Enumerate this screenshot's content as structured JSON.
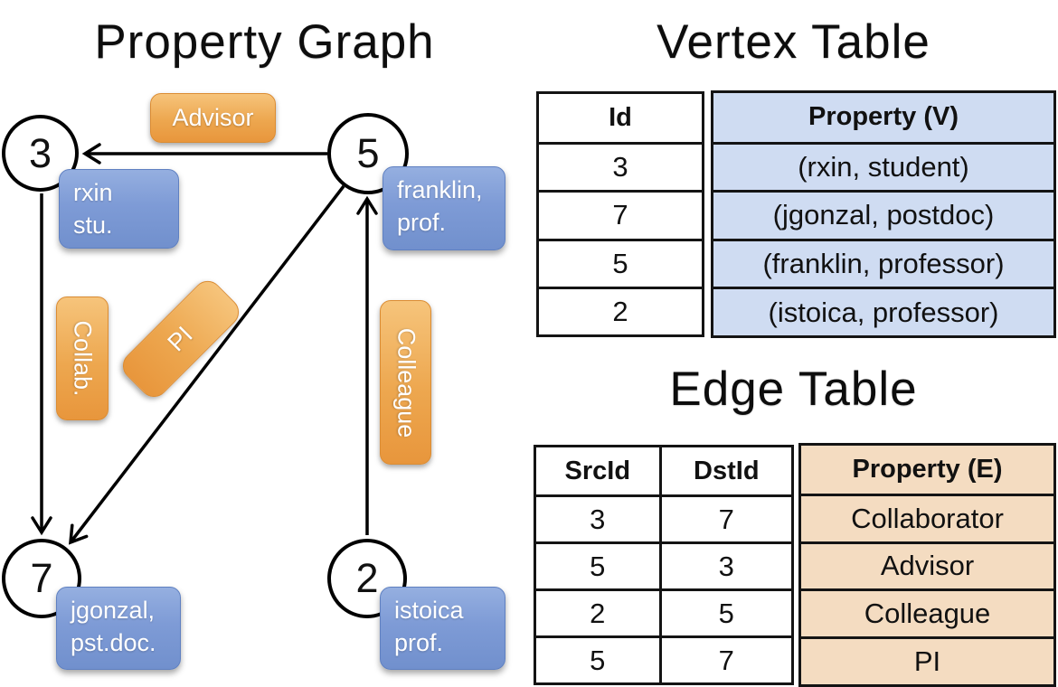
{
  "titles": {
    "property_graph": "Property Graph",
    "vertex_table": "Vertex Table",
    "edge_table": "Edge Table"
  },
  "colors": {
    "edge_accent_orange": "#eda74f",
    "vertex_accent_blue": "#7e9bd6",
    "vertex_table_fill": "#cfdcf2",
    "edge_table_fill": "#f4dcc1",
    "line_color": "#000000"
  },
  "graph": {
    "vertices": [
      {
        "id": "3",
        "box1": "rxin",
        "box2": "stu."
      },
      {
        "id": "5",
        "box1": "franklin,",
        "box2": "prof."
      },
      {
        "id": "7",
        "box1": "jgonzal,",
        "box2": "pst.doc."
      },
      {
        "id": "2",
        "box1": "istoica",
        "box2": "prof."
      }
    ],
    "edges": [
      {
        "label": "Advisor",
        "src": "5",
        "dst": "3"
      },
      {
        "label": "Collab.",
        "src": "3",
        "dst": "7"
      },
      {
        "label": "PI",
        "src": "5",
        "dst": "7"
      },
      {
        "label": "Colleague",
        "src": "2",
        "dst": "5"
      }
    ]
  },
  "vertex_table": {
    "headers": {
      "id": "Id",
      "property": "Property (V)"
    },
    "rows": [
      {
        "id": "3",
        "property": "(rxin, student)"
      },
      {
        "id": "7",
        "property": "(jgonzal, postdoc)"
      },
      {
        "id": "5",
        "property": "(franklin, professor)"
      },
      {
        "id": "2",
        "property": "(istoica, professor)"
      }
    ]
  },
  "edge_table": {
    "headers": {
      "src": "SrcId",
      "dst": "DstId",
      "property": "Property (E)"
    },
    "rows": [
      {
        "src": "3",
        "dst": "7",
        "property": "Collaborator"
      },
      {
        "src": "5",
        "dst": "3",
        "property": "Advisor"
      },
      {
        "src": "2",
        "dst": "5",
        "property": "Colleague"
      },
      {
        "src": "5",
        "dst": "7",
        "property": "PI"
      }
    ]
  }
}
